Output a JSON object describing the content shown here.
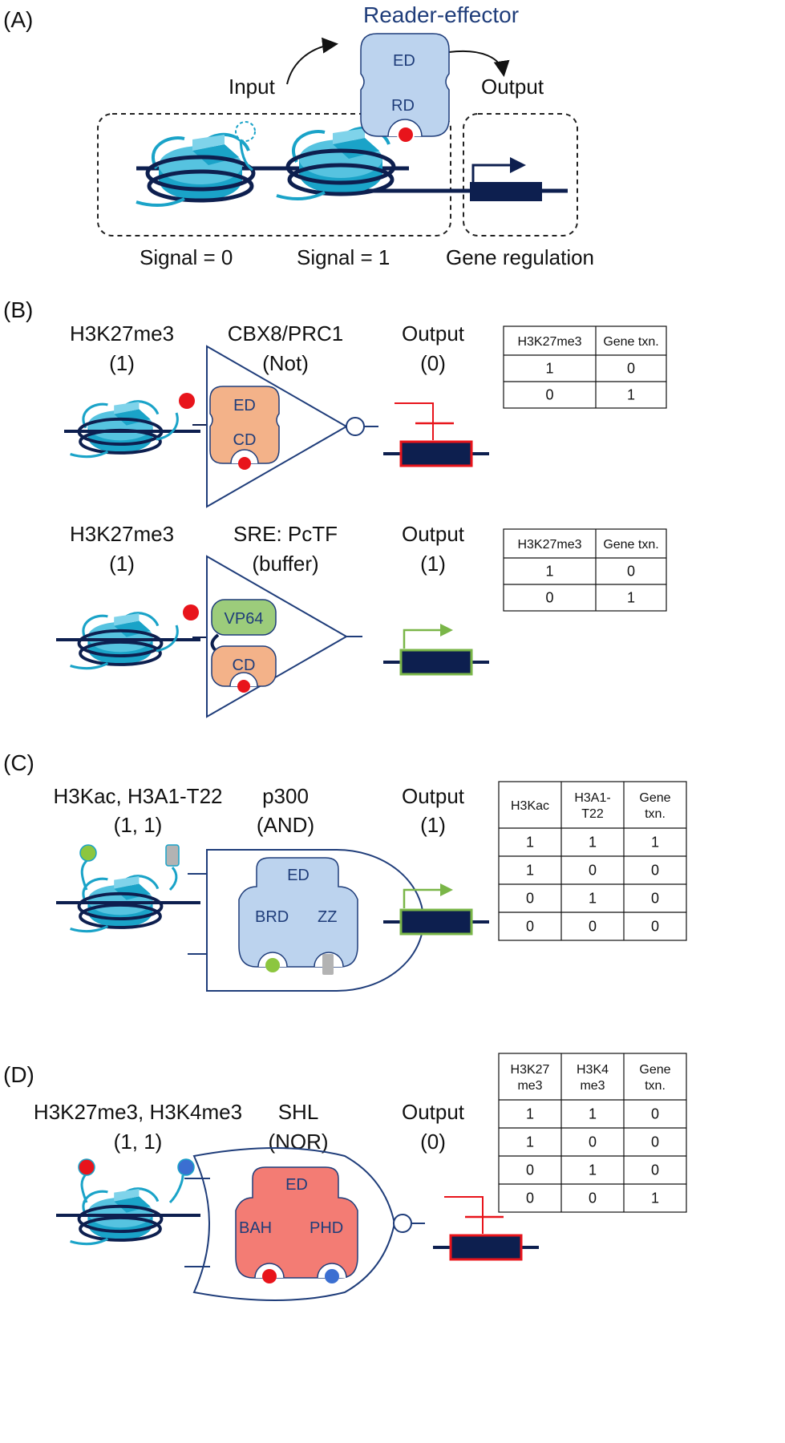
{
  "colors": {
    "navy": "#0d1f4f",
    "cyan": "#3bb3d6",
    "cyan_dark": "#1aa3c8",
    "light_blue": "#bcd3ee",
    "orange": "#f3b289",
    "green": "#9ccc7b",
    "salmon": "#f37c74",
    "red": "#e8141b",
    "green_mark": "#8cc63f",
    "blue_mark": "#3b6fd1",
    "grey_mark": "#b3b3b3"
  },
  "panelA": {
    "letter": "(A)",
    "title": "Reader-effector",
    "input": "Input",
    "output": "Output",
    "ed": "ED",
    "rd": "RD",
    "signal0": "Signal = 0",
    "signal1": "Signal = 1",
    "gene_regulation": "Gene regulation"
  },
  "panelB": {
    "letter": "(B)",
    "gates": [
      {
        "mark": "H3K27me3",
        "mark_val": "(1)",
        "reader": "CBX8/PRC1",
        "logic": "(Not)",
        "out_label": "Output",
        "out_val": "(0)",
        "top_domain": "ED",
        "bottom_domain": "CD",
        "table": {
          "headers": [
            "H3K27me3",
            "Gene txn."
          ],
          "rows": [
            [
              "1",
              "0"
            ],
            [
              "0",
              "1"
            ]
          ]
        }
      },
      {
        "mark": "H3K27me3",
        "mark_val": "(1)",
        "reader": "SRE: PcTF",
        "logic": "(buffer)",
        "out_label": "Output",
        "out_val": "(1)",
        "top_domain": "VP64",
        "bottom_domain": "CD",
        "table": {
          "headers": [
            "H3K27me3",
            "Gene txn."
          ],
          "rows": [
            [
              "1",
              "0"
            ],
            [
              "0",
              "1"
            ]
          ]
        }
      }
    ]
  },
  "panelC": {
    "letter": "(C)",
    "marks": "H3Kac, H3A1-T22",
    "marks_val": "(1, 1)",
    "reader": "p300",
    "logic": "(AND)",
    "out_label": "Output",
    "out_val": "(1)",
    "ed": "ED",
    "left_domain": "BRD",
    "right_domain": "ZZ",
    "table": {
      "headers": [
        [
          "H3Kac"
        ],
        [
          "H3A1-",
          "T22"
        ],
        [
          "Gene",
          "txn."
        ]
      ],
      "rows": [
        [
          "1",
          "1",
          "1"
        ],
        [
          "1",
          "0",
          "0"
        ],
        [
          "0",
          "1",
          "0"
        ],
        [
          "0",
          "0",
          "0"
        ]
      ]
    }
  },
  "panelD": {
    "letter": "(D)",
    "marks": "H3K27me3, H3K4me3",
    "marks_val": "(1, 1)",
    "reader": "SHL",
    "logic": "(NOR)",
    "out_label": "Output",
    "out_val": "(0)",
    "ed": "ED",
    "left_domain": "BAH",
    "right_domain": "PHD",
    "table": {
      "headers": [
        [
          "H3K27",
          "me3"
        ],
        [
          "H3K4",
          "me3"
        ],
        [
          "Gene",
          "txn."
        ]
      ],
      "rows": [
        [
          "1",
          "1",
          "0"
        ],
        [
          "1",
          "0",
          "0"
        ],
        [
          "0",
          "1",
          "0"
        ],
        [
          "0",
          "0",
          "1"
        ]
      ]
    }
  }
}
